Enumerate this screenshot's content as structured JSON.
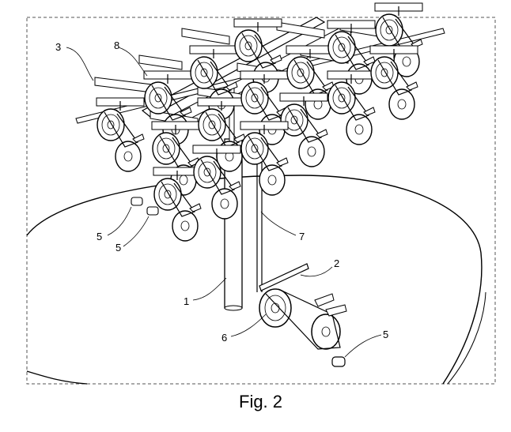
{
  "figure": {
    "caption": "Fig. 2",
    "labels": [
      {
        "id": "l3",
        "text": "3"
      },
      {
        "id": "l8",
        "text": "8"
      },
      {
        "id": "l5a",
        "text": "5"
      },
      {
        "id": "l5b",
        "text": "5"
      },
      {
        "id": "l7",
        "text": "7"
      },
      {
        "id": "l2",
        "text": "2"
      },
      {
        "id": "l1",
        "text": "1"
      },
      {
        "id": "l6",
        "text": "6"
      },
      {
        "id": "l5c",
        "text": "5"
      }
    ]
  }
}
